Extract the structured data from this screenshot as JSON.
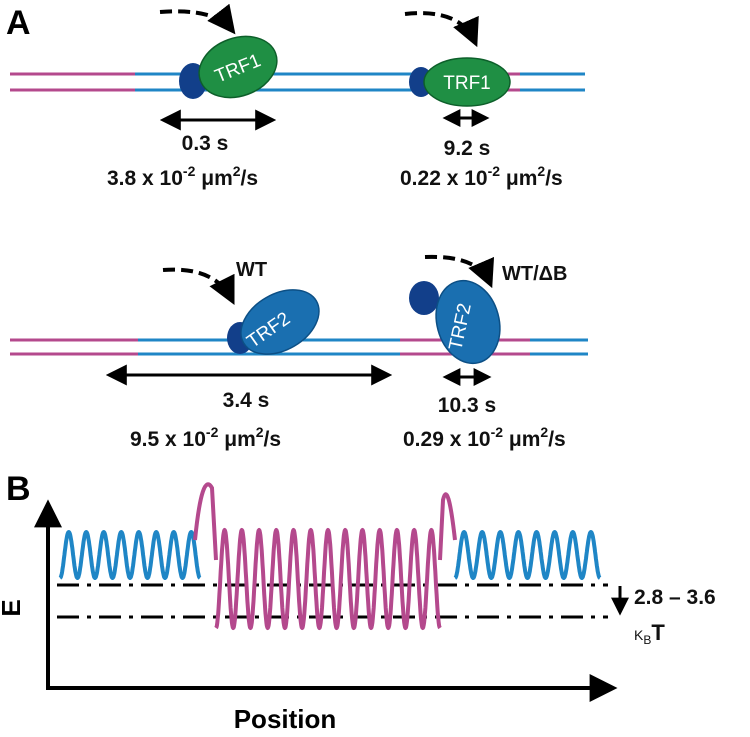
{
  "panel_a": {
    "letter": "A",
    "trf1": {
      "protein_label": "TRF1",
      "left": {
        "time": "0.3 s",
        "diffusion_coeff": "3.8",
        "diffusion_exp": "-2"
      },
      "right": {
        "time": "9.2 s",
        "diffusion_coeff": "0.22",
        "diffusion_exp": "-2"
      }
    },
    "trf2": {
      "protein_label": "TRF2",
      "left": {
        "arrow_label": "WT",
        "time": "3.4 s",
        "diffusion_coeff": "9.5",
        "diffusion_exp": "-2"
      },
      "right": {
        "arrow_label": "WT/ΔB",
        "time": "10.3 s",
        "diffusion_coeff": "0.29",
        "diffusion_exp": "-2"
      }
    },
    "unit_prefix": "x 10",
    "unit_suffix": "μm",
    "unit_sup": "2",
    "unit_tail": "/s"
  },
  "panel_b": {
    "letter": "B",
    "y_axis_label": "E",
    "x_axis_label": "Position",
    "energy_gap": "2.8 – 3.6",
    "energy_unit_k": "K",
    "energy_unit_sub": "B",
    "energy_unit_t": "T"
  },
  "colors": {
    "dna_blue": "#1f86c6",
    "dna_magenta": "#b4498d",
    "trf1_green": "#1f8f44",
    "trf2_blue": "#1a6fb0",
    "dark_blue": "#123f8a"
  }
}
